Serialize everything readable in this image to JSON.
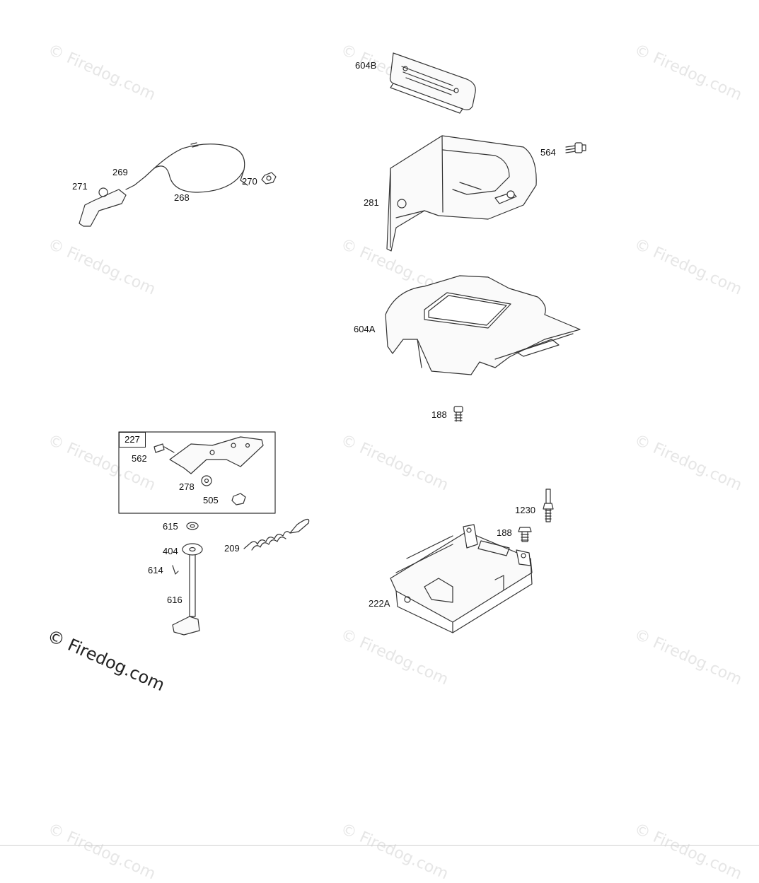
{
  "watermark": "© Firedog.com",
  "group_box_label": "227",
  "parts": {
    "p604B": "604B",
    "p564": "564",
    "p281": "281",
    "p604A": "604A",
    "p188a": "188",
    "p1230": "1230",
    "p188b": "188",
    "p222A": "222A",
    "p269": "269",
    "p271": "271",
    "p268": "268",
    "p270": "270",
    "p562": "562",
    "p278": "278",
    "p505": "505",
    "p615": "615",
    "p404": "404",
    "p209": "209",
    "p614": "614",
    "p616": "616"
  }
}
